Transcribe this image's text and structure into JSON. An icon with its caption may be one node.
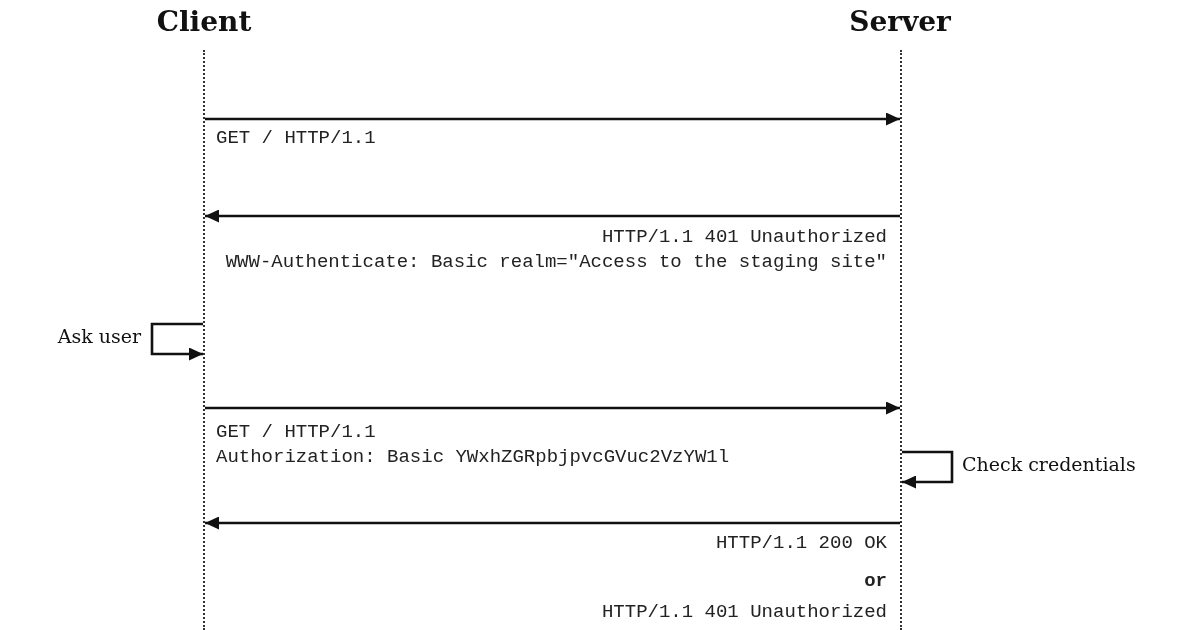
{
  "diagram": {
    "nodes": [
      {
        "text": [],
        "shape": "line",
        "beside": [
          "Client"
        ]
      },
      {
        "text": [],
        "shape": "line",
        "beside": [
          "Server"
        ]
      }
    ],
    "edges": [
      {
        "from": 0,
        "to": 1,
        "arrow": "to",
        "label": "GET / HTTP/1.1"
      },
      {
        "from": 1,
        "to": 0,
        "arrow": "to",
        "label": "HTTP/1.1 401 Unauthorized WWW-Authenticate: Basic realm=\"Access to the staging site\""
      },
      {
        "from": 0,
        "to": 0,
        "arrow": "to",
        "label": "Ask user"
      },
      {
        "from": 0,
        "to": 1,
        "arrow": "to",
        "label": "GET / HTTP/1.1 Authorization: Basic YWxhZGRpbjpvcGVuc2VzYW1l"
      },
      {
        "from": 1,
        "to": 1,
        "arrow": "to",
        "label": "Check credentials"
      },
      {
        "from": 1,
        "to": 0,
        "arrow": "to",
        "label": "HTTP/1.1 200 OK **or** HTTP/1.1 401 Unauthorized"
      }
    ]
  }
}
